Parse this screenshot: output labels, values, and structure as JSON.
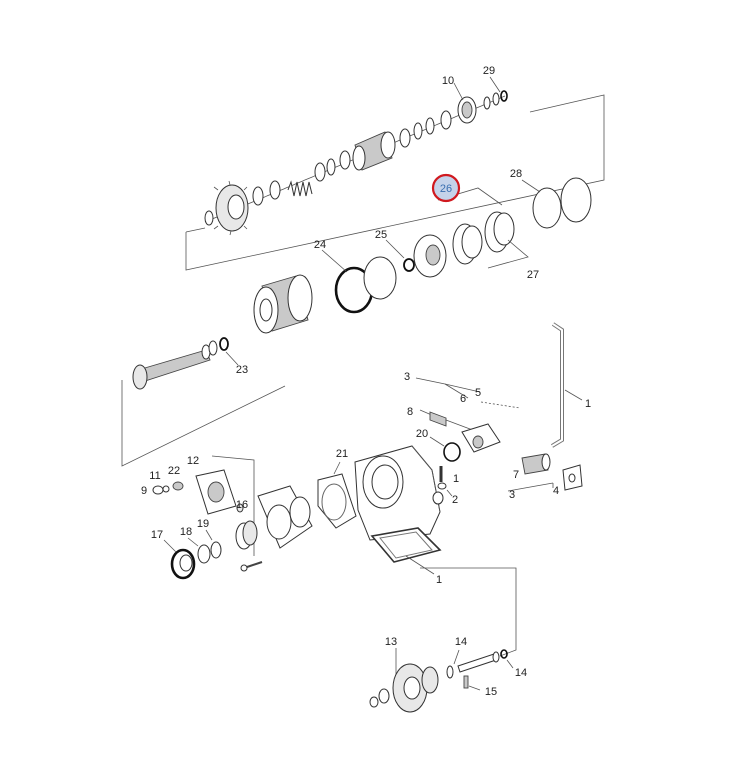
{
  "highlight": {
    "color": "#d0191f",
    "fill": "#c5d3ea",
    "label": "26"
  },
  "labels": [
    {
      "id": "l10",
      "text": "10"
    },
    {
      "id": "l29",
      "text": "29"
    },
    {
      "id": "l28",
      "text": "28"
    },
    {
      "id": "l24",
      "text": "24"
    },
    {
      "id": "l25",
      "text": "25"
    },
    {
      "id": "l27",
      "text": "27"
    },
    {
      "id": "l23",
      "text": "23"
    },
    {
      "id": "l3a",
      "text": "3"
    },
    {
      "id": "l5",
      "text": "5"
    },
    {
      "id": "l6",
      "text": "6"
    },
    {
      "id": "l8",
      "text": "8"
    },
    {
      "id": "l1a",
      "text": "1"
    },
    {
      "id": "l20",
      "text": "20"
    },
    {
      "id": "l1b",
      "text": "1"
    },
    {
      "id": "l2",
      "text": "2"
    },
    {
      "id": "l7",
      "text": "7"
    },
    {
      "id": "l4",
      "text": "4"
    },
    {
      "id": "l3b",
      "text": "3"
    },
    {
      "id": "l21",
      "text": "21"
    },
    {
      "id": "l12",
      "text": "12"
    },
    {
      "id": "l11",
      "text": "11"
    },
    {
      "id": "l22",
      "text": "22"
    },
    {
      "id": "l9",
      "text": "9"
    },
    {
      "id": "l16",
      "text": "16"
    },
    {
      "id": "l17",
      "text": "17"
    },
    {
      "id": "l18",
      "text": "18"
    },
    {
      "id": "l19",
      "text": "19"
    },
    {
      "id": "l1c",
      "text": "1"
    },
    {
      "id": "l13",
      "text": "13"
    },
    {
      "id": "l14a",
      "text": "14"
    },
    {
      "id": "l14b",
      "text": "14"
    },
    {
      "id": "l15",
      "text": "15"
    }
  ]
}
